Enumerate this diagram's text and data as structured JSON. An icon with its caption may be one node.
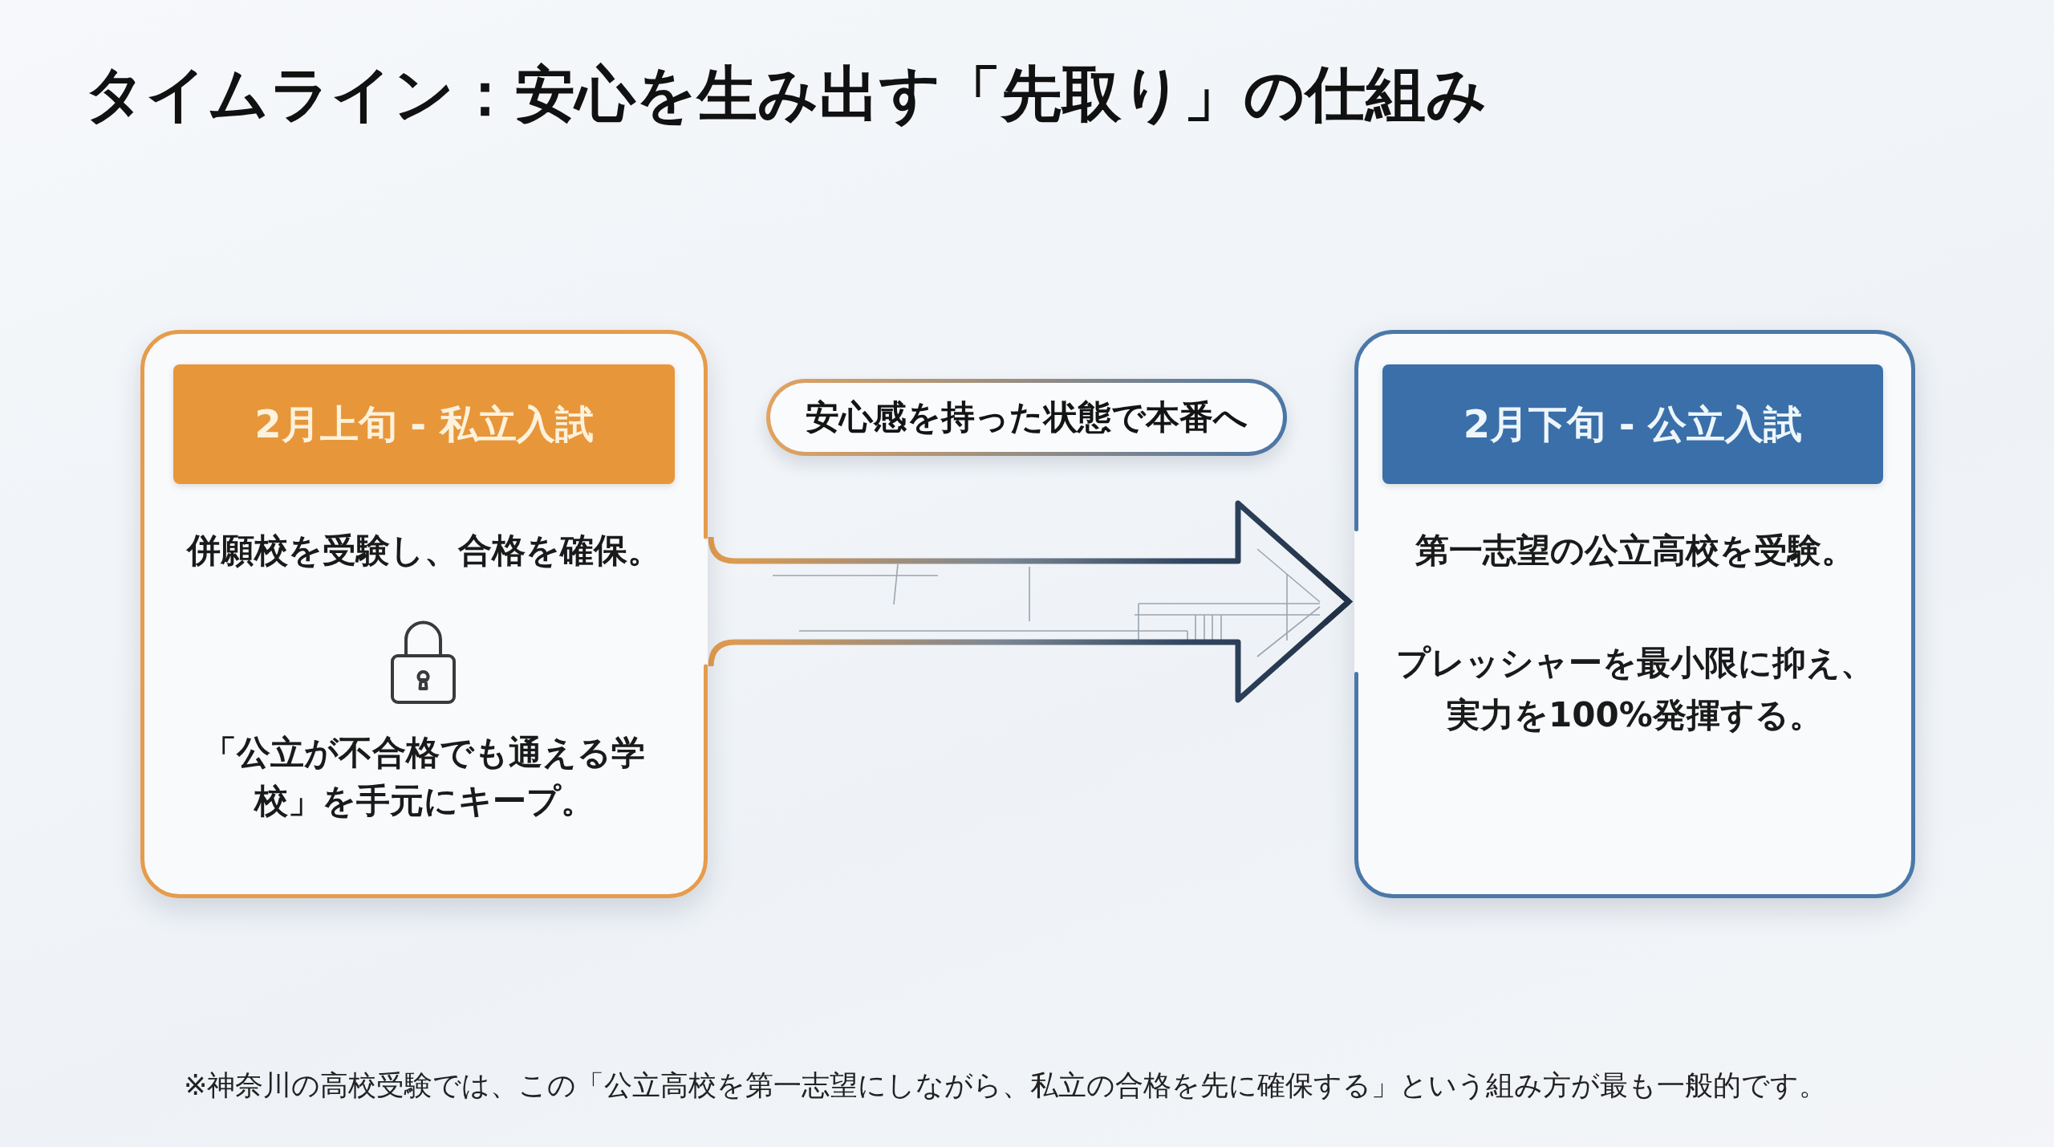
{
  "diagram": {
    "title": "タイムライン：安心を生み出す「先取り」の仕組み",
    "nodes": [
      {
        "text": [
          "併願校を受験し、合格を確保。",
          "「公立が不合格でも通える学校」を手元にキープ。"
        ]
      },
      {
        "text": [
          "2月上旬 - 私立入試"
        ],
        "in": 0
      },
      {
        "text": [
          "安心感を持った状態で本番へ"
        ]
      },
      {
        "text": [
          "第一志望の公立高校を受験。",
          "プレッシャーを最小限に抑え、実力を100%発揮する。"
        ]
      },
      {
        "text": [
          "2月下旬 - 公立入試"
        ],
        "in": 3
      }
    ],
    "edges": [
      {
        "from": 0,
        "to": 3,
        "arrow": "to"
      }
    ],
    "labels": [
      "※神奈川の高校受験では、この「公立高校を第一志望にしながら、私立の合格を先に確保する」という組み方が最も一般的です。"
    ]
  }
}
